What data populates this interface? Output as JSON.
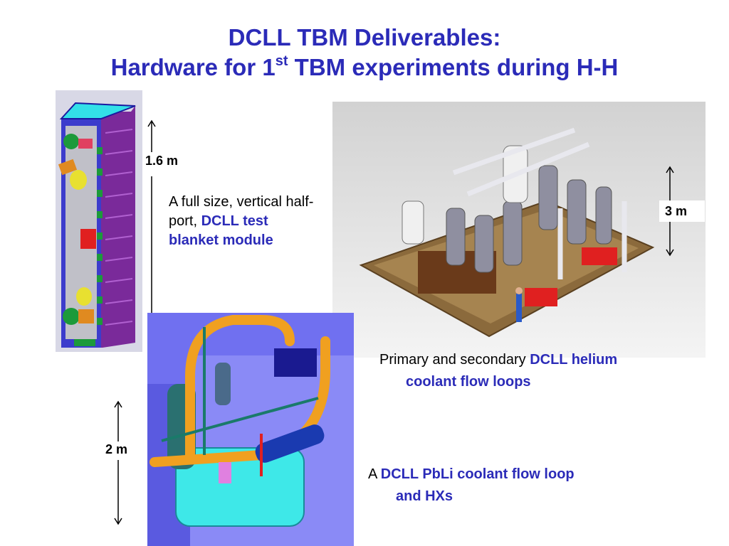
{
  "slide": {
    "title_line1": "DCLL TBM Deliverables:",
    "title_line2_pre": "Hardware for 1",
    "title_line2_sup": "st",
    "title_line2_post": " TBM experiments during H-H"
  },
  "dimensions": {
    "tbm_height": "1.6 m",
    "helium_loop_height": "3 m",
    "pbli_loop_height": "2 m"
  },
  "captions": {
    "tbm_plain": "A full size, vertical half-port, ",
    "tbm_bold": "DCLL test blanket module",
    "helium_plain": "Primary and secondary ",
    "helium_bold": "DCLL helium",
    "helium_bold2": "coolant flow loops",
    "pbli_plain": "A ",
    "pbli_bold": "DCLL PbLi coolant flow loop",
    "pbli_bold2": "and HXs"
  },
  "colors": {
    "title": "#2b2bb8",
    "module_frame": "#3c3ccc",
    "module_top": "#33e0e8",
    "floor": "#8b6a3c"
  }
}
